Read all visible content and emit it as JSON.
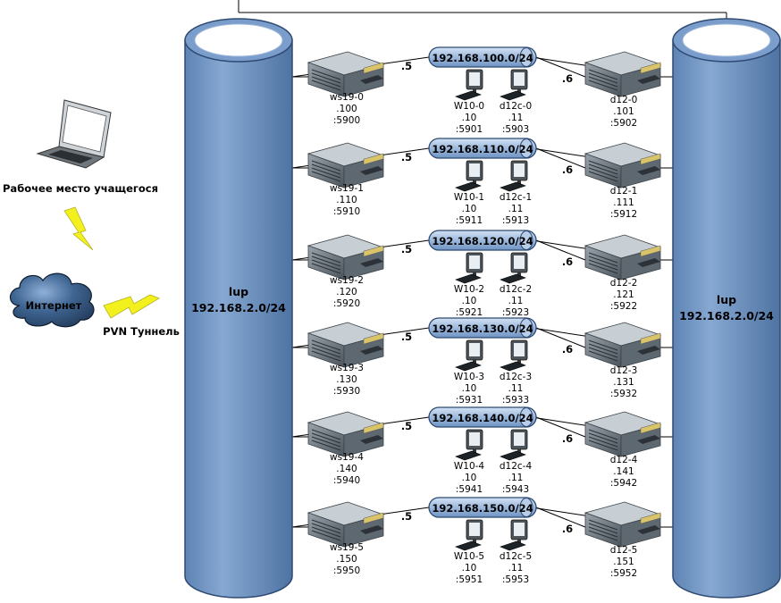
{
  "colors": {
    "cylinder_fill": "#6f94c2",
    "cylinder_stroke": "#2e4a72",
    "cylinder_top": "#ffffff",
    "server_body": "#5e6870",
    "cloud": "#2c4a6e",
    "lightning": "#f3f11d"
  },
  "left_bus": {
    "name": "lup",
    "subnet": "192.168.2.0/24"
  },
  "right_bus": {
    "name": "lup",
    "subnet": "192.168.2.0/24"
  },
  "client": {
    "label": "Рабочее место учащегося"
  },
  "cloud": {
    "label": "Интернет"
  },
  "tunnel": {
    "label": "PVN Туннель"
  },
  "rows": [
    {
      "subnet": "192.168.100.0/24",
      "left_suffix": ".5",
      "right_suffix": ".6",
      "ws": {
        "name": "ws19-0",
        "ip": ".100",
        "port": ":5900"
      },
      "w10": {
        "name": "W10-0",
        "ip": ".10",
        "port": ":5901"
      },
      "d12c": {
        "name": "d12c-0",
        "ip": ".11",
        "port": ":5903"
      },
      "d12": {
        "name": "d12-0",
        "ip": ".101",
        "port": ":5902"
      }
    },
    {
      "subnet": "192.168.110.0/24",
      "left_suffix": ".5",
      "right_suffix": ".6",
      "ws": {
        "name": "ws19-1",
        "ip": ".110",
        "port": ":5910"
      },
      "w10": {
        "name": "W10-1",
        "ip": ".10",
        "port": ":5911"
      },
      "d12c": {
        "name": "d12c-1",
        "ip": ".11",
        "port": ":5913"
      },
      "d12": {
        "name": "d12-1",
        "ip": ".111",
        "port": ":5912"
      }
    },
    {
      "subnet": "192.168.120.0/24",
      "left_suffix": ".5",
      "right_suffix": ".6",
      "ws": {
        "name": "ws19-2",
        "ip": ".120",
        "port": ":5920"
      },
      "w10": {
        "name": "W10-2",
        "ip": ".10",
        "port": ":5921"
      },
      "d12c": {
        "name": "d12c-2",
        "ip": ".11",
        "port": ":5923"
      },
      "d12": {
        "name": "d12-2",
        "ip": ".121",
        "port": ":5922"
      }
    },
    {
      "subnet": "192.168.130.0/24",
      "left_suffix": ".5",
      "right_suffix": ".6",
      "ws": {
        "name": "ws19-3",
        "ip": ".130",
        "port": ":5930"
      },
      "w10": {
        "name": "W10-3",
        "ip": ".10",
        "port": ":5931"
      },
      "d12c": {
        "name": "d12c-3",
        "ip": ".11",
        "port": ":5933"
      },
      "d12": {
        "name": "d12-3",
        "ip": ".131",
        "port": ":5932"
      }
    },
    {
      "subnet": "192.168.140.0/24",
      "left_suffix": ".5",
      "right_suffix": ".6",
      "ws": {
        "name": "ws19-4",
        "ip": ".140",
        "port": ":5940"
      },
      "w10": {
        "name": "W10-4",
        "ip": ".10",
        "port": ":5941"
      },
      "d12c": {
        "name": "d12c-4",
        "ip": ".11",
        "port": ":5943"
      },
      "d12": {
        "name": "d12-4",
        "ip": ".141",
        "port": ":5942"
      }
    },
    {
      "subnet": "192.168.150.0/24",
      "left_suffix": ".5",
      "right_suffix": ".6",
      "ws": {
        "name": "ws19-5",
        "ip": ".150",
        "port": ":5950"
      },
      "w10": {
        "name": "W10-5",
        "ip": ".10",
        "port": ":5951"
      },
      "d12c": {
        "name": "d12c-5",
        "ip": ".11",
        "port": ":5953"
      },
      "d12": {
        "name": "d12-5",
        "ip": ".151",
        "port": ":5952"
      }
    }
  ]
}
